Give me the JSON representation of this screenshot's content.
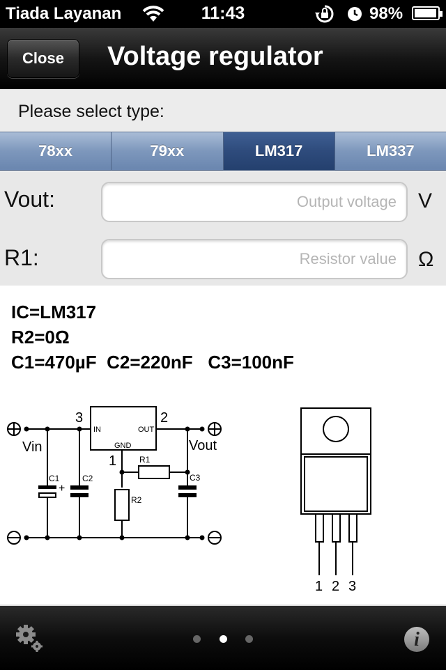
{
  "status_bar": {
    "carrier": "Tiada Layanan",
    "time": "11:43",
    "battery_percent": "98%",
    "battery_level": 0.98,
    "icons": [
      "wifi-icon",
      "rotation-lock-icon",
      "alarm-icon",
      "battery-icon"
    ]
  },
  "nav": {
    "close_label": "Close",
    "title": "Voltage regulator"
  },
  "type_prompt": "Please select type:",
  "types": [
    "78xx",
    "79xx",
    "LM317",
    "LM337"
  ],
  "selected_type": "LM317",
  "form": {
    "vout_label": "Vout:",
    "vout_placeholder": "Output voltage",
    "vout_value": "",
    "vout_unit": "V",
    "r1_label": "R1:",
    "r1_placeholder": "Resistor value",
    "r1_value": "",
    "r1_unit": "Ω"
  },
  "results": {
    "ic": "IC=LM317",
    "r2": "R2=0Ω",
    "caps": "C1=470µF  C2=220nF   C3=100nF"
  },
  "schematic": {
    "pin_in_number": "3",
    "pin_out_number": "2",
    "pin_gnd_number": "1",
    "pin_in_label": "IN",
    "pin_out_label": "OUT",
    "pin_gnd_label": "GND",
    "vin_label": "Vin",
    "vout_label": "Vout",
    "c1_label": "C1",
    "c2_label": "C2",
    "c3_label": "C3",
    "r1_label": "R1",
    "r2_label": "R2",
    "plus_symbol": "⊕",
    "minus_symbol": "⊖",
    "polarity_plus": "+",
    "package_pins": [
      "1",
      "2",
      "3"
    ]
  },
  "toolbar": {
    "page_count": 3,
    "active_page": 2,
    "icons": [
      "settings-gear-icon",
      "info-icon"
    ],
    "info_glyph": "i"
  }
}
